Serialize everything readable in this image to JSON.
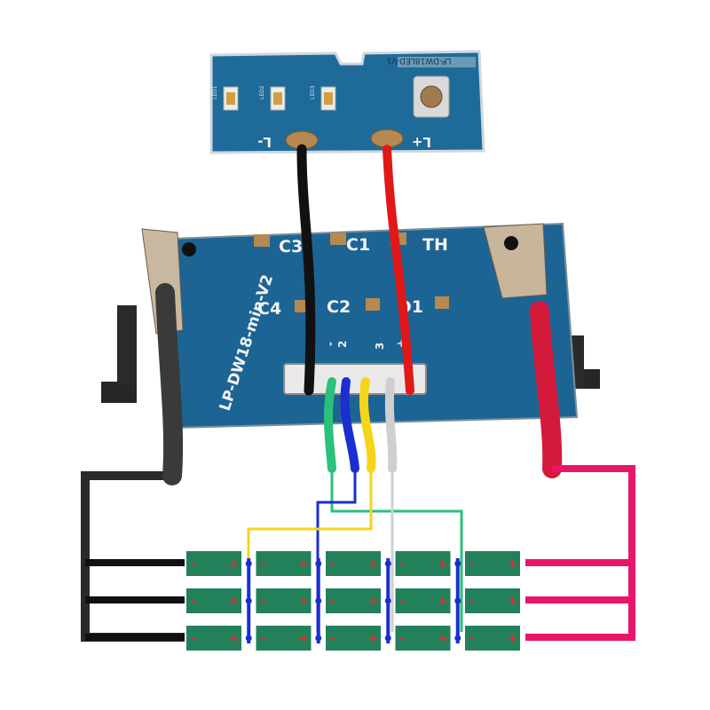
{
  "led_board": {
    "part_label": "LP-DW18LED-V1",
    "neg_label": "L-",
    "pos_label": "L+",
    "led_labels": [
      "LED1",
      "LED2",
      "LED3"
    ]
  },
  "main_board": {
    "model_label": "LP-DW18-min-V2",
    "components": [
      "C3",
      "C1",
      "TH",
      "C4",
      "C2",
      "D1"
    ],
    "connector_labels": [
      "-",
      "2",
      "3",
      "+"
    ]
  },
  "battery_pack": {
    "layout": "5S3P",
    "series_groups": 5,
    "parallel_cells": 3,
    "neg_symbol": "-",
    "pos_symbol": "+"
  },
  "wire_colors": {
    "negative": "#1a1a1a",
    "positive": "#e8166a",
    "tap_green": "#2ac17a",
    "tap_blue": "#1a2fd0",
    "tap_yellow": "#f5d51a",
    "tap_white": "#cfcfcf",
    "led_red": "#e01818",
    "led_black": "#111111"
  },
  "colors": {
    "pcb": "#1c6494",
    "cell": "#22805a",
    "cell_sign": "#e03030"
  }
}
